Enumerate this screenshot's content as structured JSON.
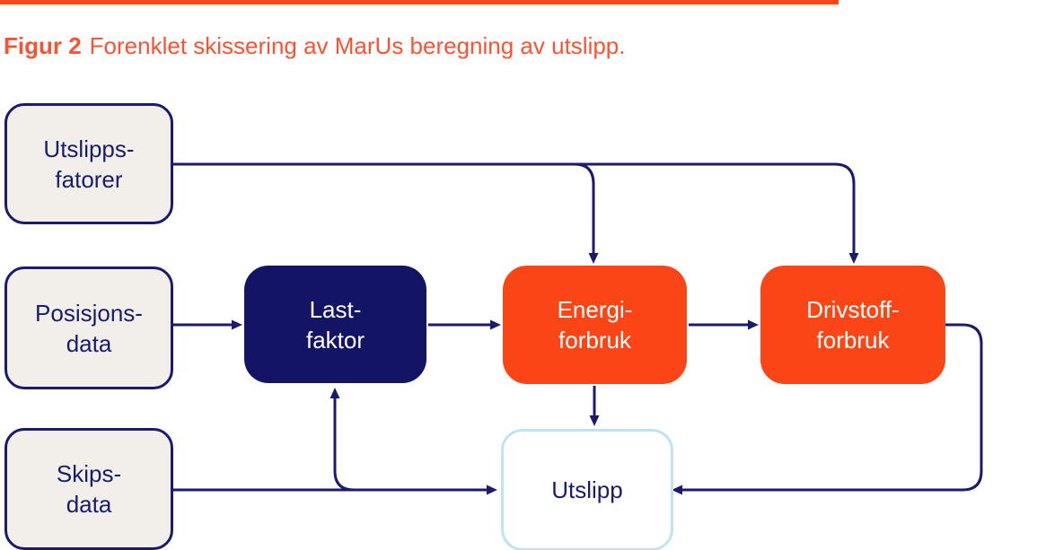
{
  "figure": {
    "label": "Figur 2",
    "caption": "Forenklet skissering av MarUs beregning av utslipp."
  },
  "diagram": {
    "nodes": [
      {
        "id": "utslipps-fatorer",
        "label": "Utslipps-\nfatorer",
        "type": "input"
      },
      {
        "id": "posisjons-data",
        "label": "Posisjons-\ndata",
        "type": "input"
      },
      {
        "id": "skips-data",
        "label": "Skips-\ndata",
        "type": "input"
      },
      {
        "id": "last-faktor",
        "label": "Last-\nfaktor",
        "type": "process-navy"
      },
      {
        "id": "energi-forbruk",
        "label": "Energi-\nforbruk",
        "type": "process-orange"
      },
      {
        "id": "drivstoff-forbruk",
        "label": "Drivstoff-\nforbruk",
        "type": "process-orange"
      },
      {
        "id": "utslipp",
        "label": "Utslipp",
        "type": "output"
      }
    ],
    "edges": [
      {
        "from": "utslipps-fatorer",
        "to": "energi-forbruk"
      },
      {
        "from": "utslipps-fatorer",
        "to": "drivstoff-forbruk"
      },
      {
        "from": "posisjons-data",
        "to": "last-faktor"
      },
      {
        "from": "last-faktor",
        "to": "energi-forbruk"
      },
      {
        "from": "energi-forbruk",
        "to": "drivstoff-forbruk"
      },
      {
        "from": "energi-forbruk",
        "to": "utslipp"
      },
      {
        "from": "drivstoff-forbruk",
        "to": "utslipp"
      },
      {
        "from": "skips-data",
        "to": "last-faktor"
      },
      {
        "from": "skips-data",
        "to": "utslipp"
      }
    ]
  },
  "colors": {
    "accent_orange": "#fa4616",
    "title_orange": "#f95333",
    "navy": "#1b1b6e",
    "navy_fill": "#141464",
    "beige": "#f2efea",
    "light_blue": "#bfe2f4",
    "background": "#ffffff"
  }
}
